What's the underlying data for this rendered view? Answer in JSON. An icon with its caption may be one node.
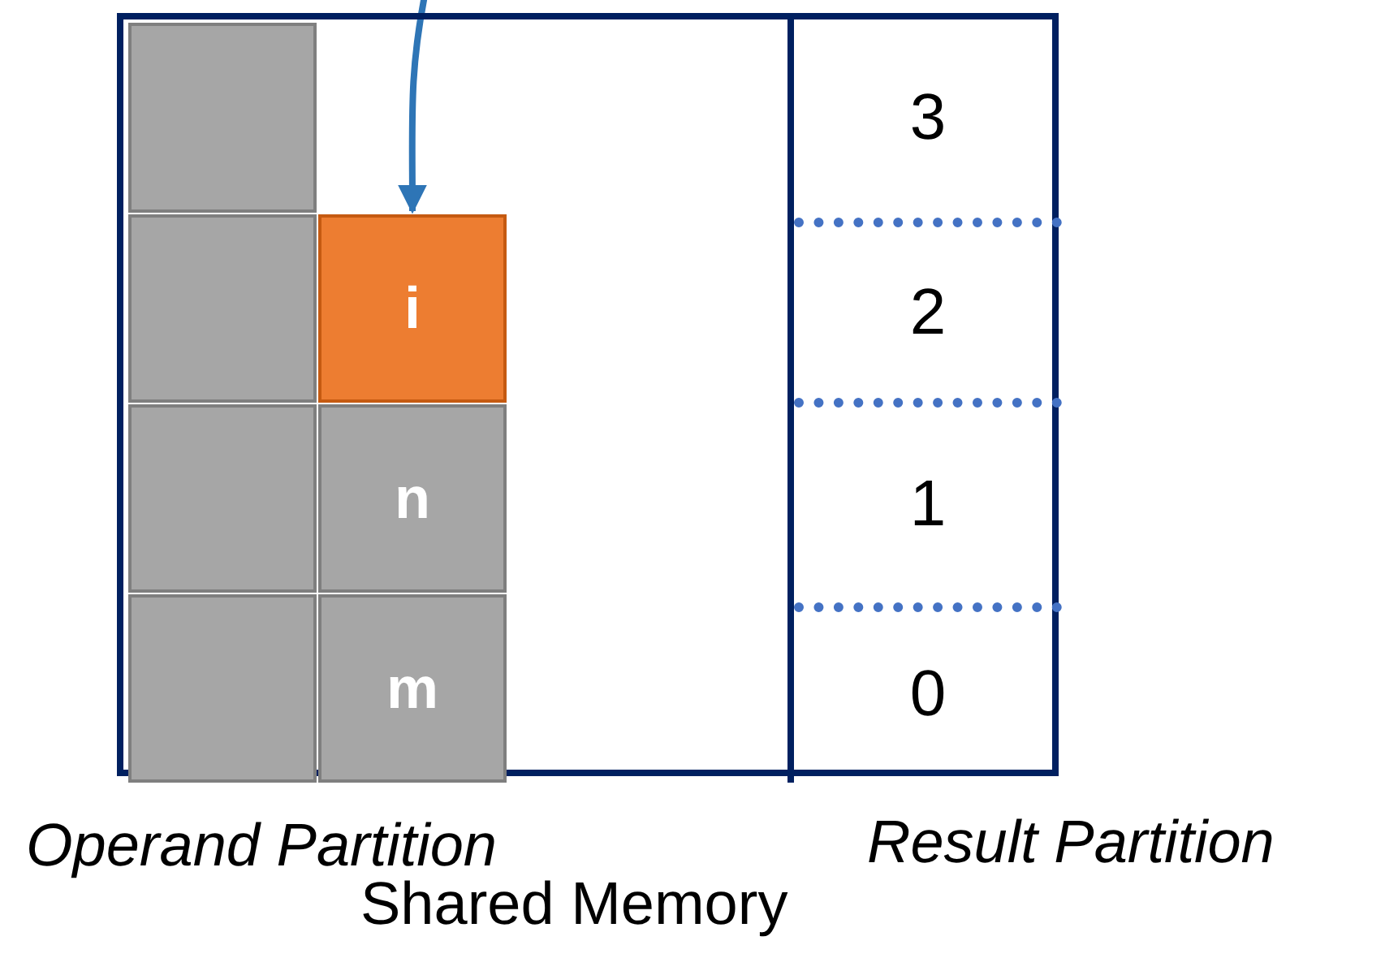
{
  "diagram": {
    "nodes": [
      {
        "text": [
          "Shared Memory"
        ]
      },
      {
        "text": [
          "Operand Partition"
        ],
        "in": 0
      },
      {
        "text": [
          "Result Partition"
        ],
        "in": 0
      },
      {
        "text": [],
        "shape": "box",
        "in": 1
      },
      {
        "text": [],
        "shape": "box",
        "in": 1
      },
      {
        "text": [
          "i"
        ],
        "in": 1
      },
      {
        "text": [],
        "shape": "box",
        "in": 1
      },
      {
        "text": [
          "n"
        ],
        "in": 1
      },
      {
        "text": [],
        "shape": "box",
        "in": 1
      },
      {
        "text": [
          "m"
        ],
        "in": 1
      },
      {
        "text": [
          "3"
        ],
        "in": 2
      },
      {
        "text": [
          "2"
        ],
        "in": 2
      },
      {
        "text": [
          "1"
        ],
        "in": 2
      },
      {
        "text": [
          "0"
        ],
        "in": 2
      }
    ],
    "edges": [
      {
        "from": null,
        "to": 5,
        "arrow": "to"
      }
    ]
  }
}
